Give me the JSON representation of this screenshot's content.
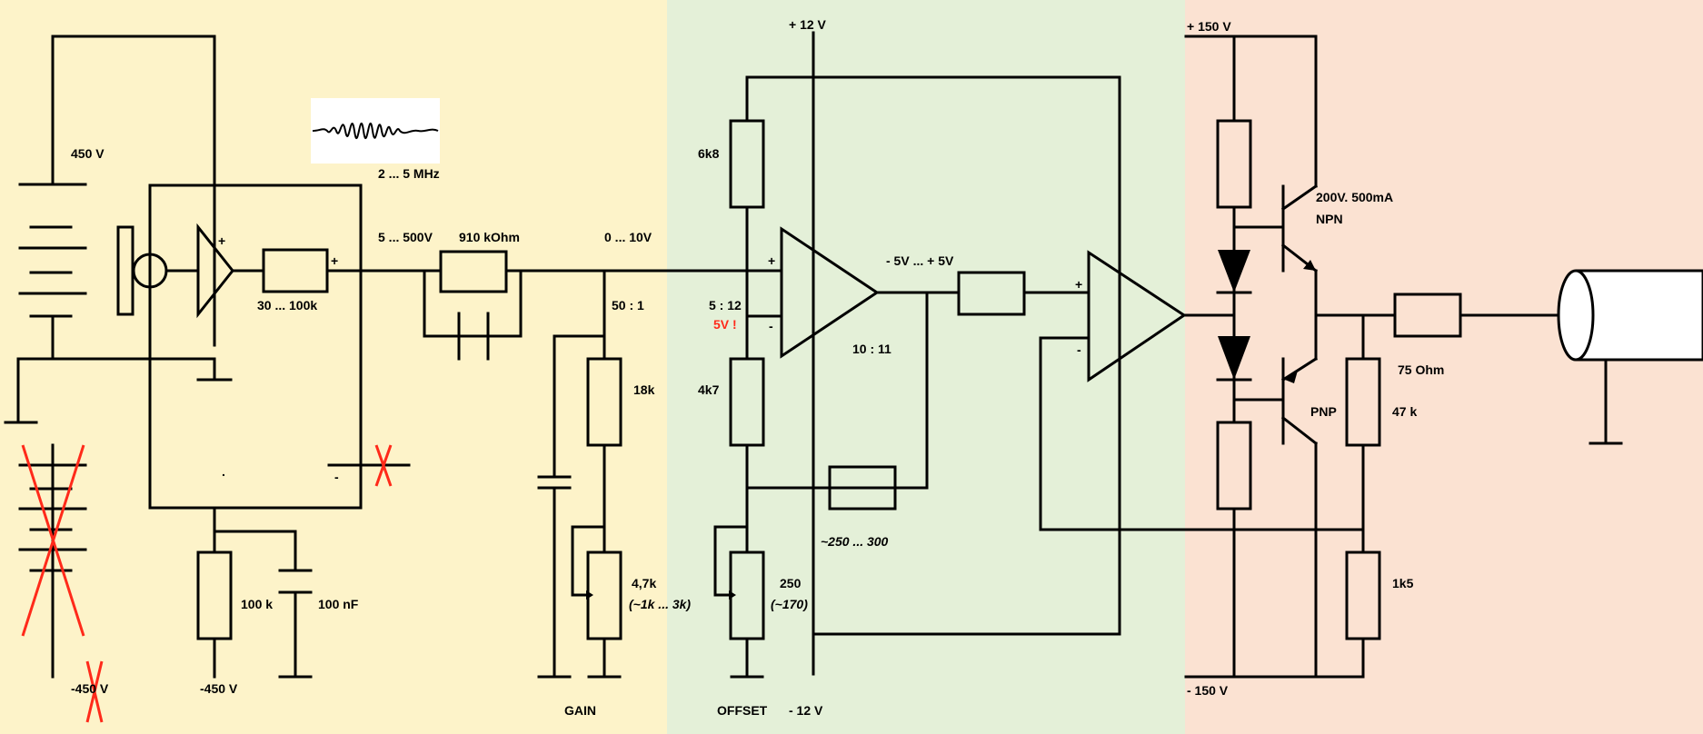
{
  "colors": {
    "zone_input": "#fdf3c9",
    "zone_amp": "#e4f0d8",
    "zone_output": "#fbe2d2",
    "warning": "#ff2a1a"
  },
  "labels": {
    "v450": "450 V",
    "freq": "2 ... 5 MHz",
    "range_30_100k": "30 ...  100k",
    "range_5_500v": "5 ... 500V",
    "r910k": "910 kOhm",
    "range_0_10v": "0 ... 10V",
    "ratio_50_1": "50 : 1",
    "r18k": "18k",
    "r4k7pot": "4,7k",
    "r4k7pot_range": "(~1k ... 3k)",
    "r100k": "100 k",
    "c100nf": "100 nF",
    "neg450_left": "-450 V",
    "neg450_mid": "-450 V",
    "gain": "GAIN",
    "v12pos": "+ 12 V",
    "r6k8": "6k8",
    "ratio_5_12": "5 : 12",
    "warn_5v": "5V !",
    "r4k7": "4k7",
    "range_pm5v": "- 5V ... + 5V",
    "ratio_10_11": "10 : 11",
    "r250_300": "~250 ... 300",
    "pot250": "250",
    "pot250_val": "(~170)",
    "offset": "OFFSET",
    "v12neg": "- 12 V",
    "v150pos": "+ 150 V",
    "npn_spec": "200V. 500mA",
    "npn": "NPN",
    "pnp": "PNP",
    "r75": "75 Ohm",
    "r47k": "47 k",
    "r1k5": "1k5",
    "v150neg": "- 150 V",
    "plus": "+",
    "minus": "-",
    "dot": "."
  }
}
